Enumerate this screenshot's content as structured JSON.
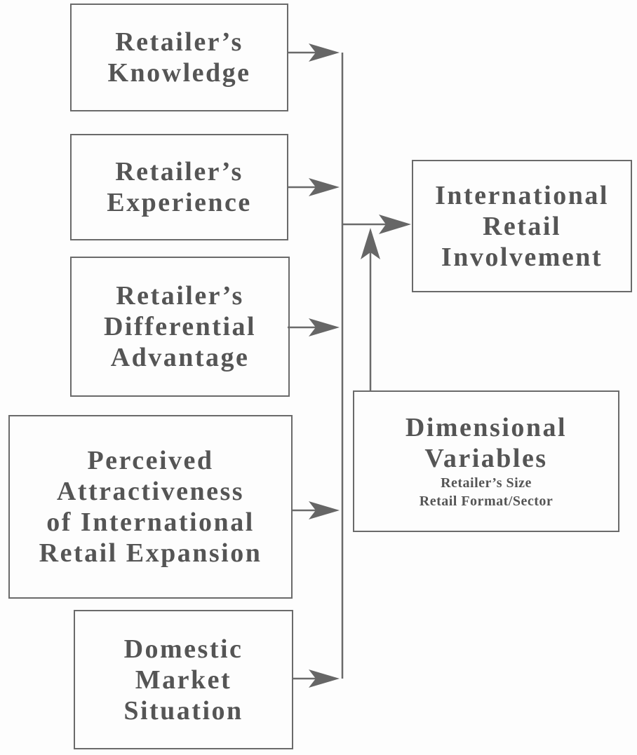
{
  "factors": [
    {
      "lines": [
        "Retailer’s",
        "Knowledge"
      ]
    },
    {
      "lines": [
        "Retailer’s",
        "Experience"
      ]
    },
    {
      "lines": [
        "Retailer’s",
        "Differential",
        "Advantage"
      ]
    },
    {
      "lines": [
        "Perceived",
        "Attractiveness",
        "of International",
        "Retail Expansion"
      ]
    },
    {
      "lines": [
        "Domestic",
        "Market",
        "Situation"
      ]
    }
  ],
  "outcome": {
    "lines": [
      "International",
      "Retail",
      "Involvement"
    ]
  },
  "moderator": {
    "lines": [
      "Dimensional",
      "Variables"
    ],
    "details": [
      "Retailer’s Size",
      "Retail Format/Sector"
    ]
  },
  "colors": {
    "line": "#6a6a6a",
    "text": "#555555"
  }
}
